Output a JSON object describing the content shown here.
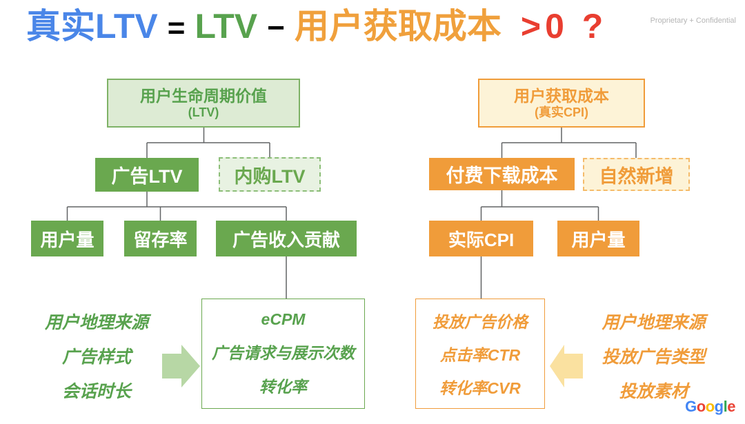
{
  "slide": {
    "confidential": "Proprietary + Confidential"
  },
  "title": {
    "real_ltv": "真实LTV",
    "equals": "=",
    "ltv": "LTV",
    "minus": "−",
    "acquisition_cost": "用户获取成本",
    "gt_zero": ">0 ?"
  },
  "ltv_tree": {
    "root": {
      "line1": "用户生命周期价值",
      "line2": "(LTV)"
    },
    "ad_ltv": "广告LTV",
    "iap_ltv": "内购LTV",
    "leaves": [
      "用户量",
      "留存率",
      "广告收入贡献"
    ],
    "detail_items": [
      "eCPM",
      "广告请求与展示次数",
      "转化率"
    ],
    "factors": [
      "用户地理来源",
      "广告样式",
      "会话时长"
    ]
  },
  "cost_tree": {
    "root": {
      "line1": "用户获取成本",
      "line2": "(真实CPI)"
    },
    "paid_download": "付费下载成本",
    "organic": "自然新增",
    "leaves": [
      "实际CPI",
      "用户量"
    ],
    "detail_items": [
      "投放广告价格",
      "点击率CTR",
      "转化率CVR"
    ],
    "factors": [
      "用户地理来源",
      "投放广告类型",
      "投放素材"
    ]
  },
  "footer": {
    "google_letters": [
      "G",
      "o",
      "o",
      "g",
      "l",
      "e"
    ]
  },
  "colors": {
    "title_blue": "#4a86e8",
    "title_green": "#58a24e",
    "title_orange": "#f0a03c",
    "title_red": "#e93e30",
    "green_solid": "#6aa84f",
    "green_fill_light": "#ddebd4",
    "green_border": "#7eb266",
    "green_arrow": "#b7d7a5",
    "orange_solid": "#f09c3a",
    "cream_fill": "#fdf3d7",
    "orange_dashed_border": "#f5bb6a",
    "orange_arrow": "#fae1a0",
    "connector_gray": "#616365",
    "google_letter_colors": [
      "#4285F4",
      "#EA4335",
      "#FBBC05",
      "#4285F4",
      "#34A853",
      "#EA4335"
    ]
  }
}
